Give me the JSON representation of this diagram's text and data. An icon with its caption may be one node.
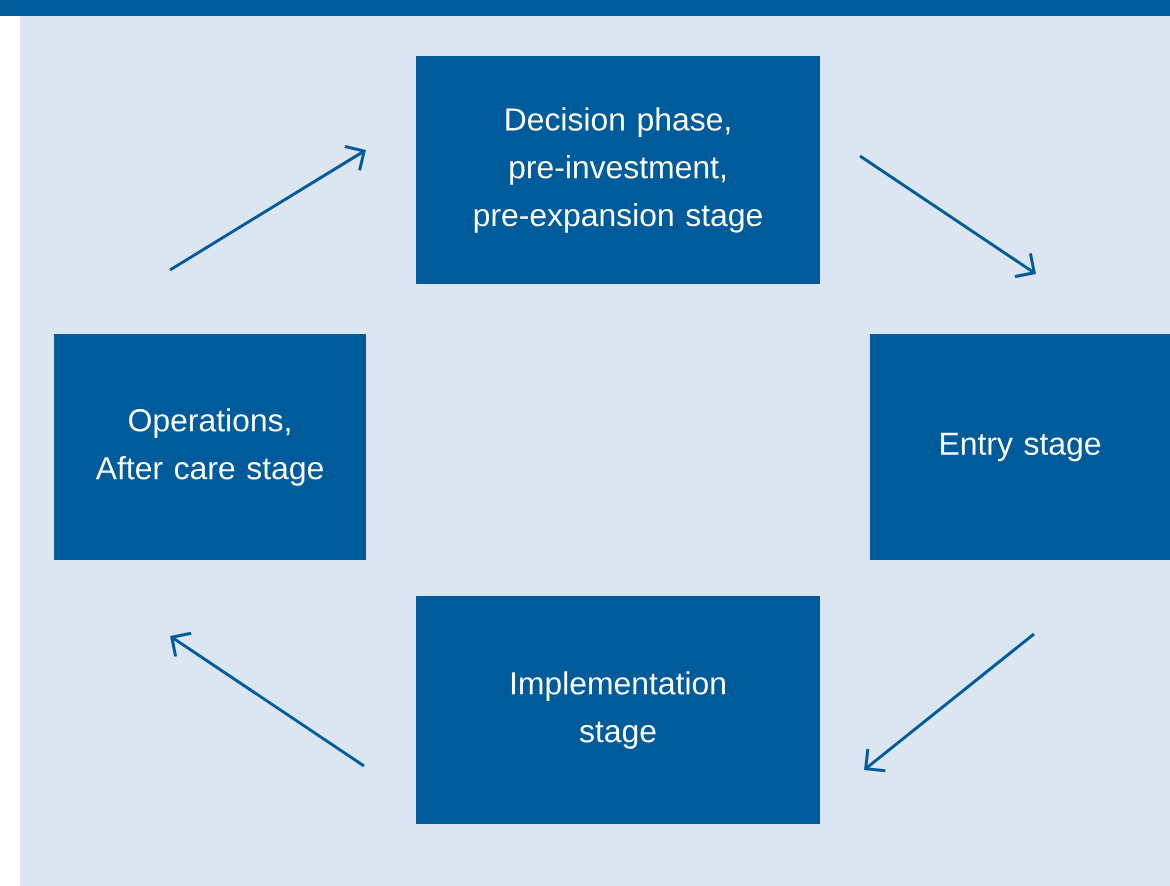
{
  "diagram": {
    "nodes": [
      {
        "text": [
          "Decision phase, pre-investment, pre-expansion stage"
        ]
      },
      {
        "text": [
          "Entry stage"
        ]
      },
      {
        "text": [
          "Implementation stage"
        ]
      },
      {
        "text": [
          "Operations, After care stage"
        ]
      }
    ],
    "edges": [
      {
        "from": 3,
        "to": 0,
        "arrow": "to"
      },
      {
        "from": 0,
        "to": 1,
        "arrow": "to"
      },
      {
        "from": 1,
        "to": 2,
        "arrow": "to"
      },
      {
        "from": 2,
        "to": 3,
        "arrow": "to"
      }
    ]
  }
}
